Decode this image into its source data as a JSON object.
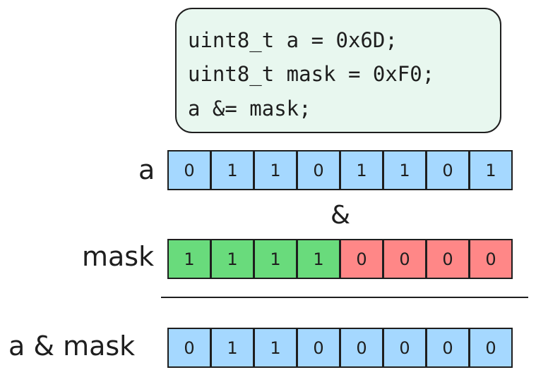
{
  "code": {
    "lines": [
      "uint8_t a = 0x6D;",
      "uint8_t mask = 0xF0;",
      "a &= mask;"
    ]
  },
  "rows": {
    "a": {
      "label": "a",
      "bits": [
        "0",
        "1",
        "1",
        "0",
        "1",
        "1",
        "0",
        "1"
      ]
    },
    "mask": {
      "label": "mask",
      "bits": [
        "1",
        "1",
        "1",
        "1",
        "0",
        "0",
        "0",
        "0"
      ]
    },
    "result": {
      "label": "a & mask",
      "bits": [
        "0",
        "1",
        "1",
        "0",
        "0",
        "0",
        "0",
        "0"
      ]
    }
  },
  "operator": "&",
  "colors": {
    "a_cell": "#a5d8ff",
    "mask_one": "#69db7c",
    "mask_zero": "#ff8787",
    "result_cell": "#a5d8ff",
    "code_bg": "#e8f7ef"
  }
}
